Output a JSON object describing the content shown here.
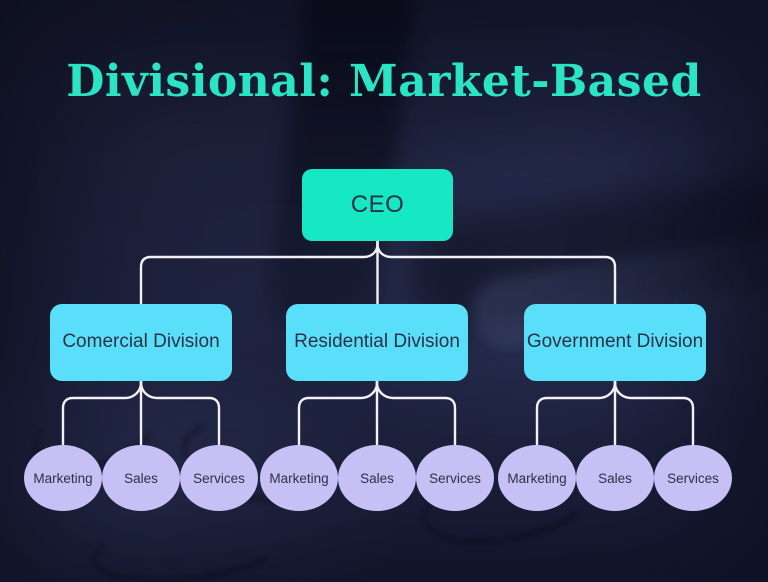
{
  "title": "Divisional: Market-Based",
  "colors": {
    "background": "#1d2139",
    "title": "#2ae4c5",
    "ceo_box": "#16e8c4",
    "division_box": "#5adffa",
    "unit_circle": "#c6c0f4",
    "connector": "#f2f0f4",
    "node_text": "#2b3247"
  },
  "org": {
    "root": {
      "label": "CEO"
    },
    "divisions": [
      {
        "label": "Comercial Division",
        "units": [
          "Marketing",
          "Sales",
          "Services"
        ]
      },
      {
        "label": "Residential Division",
        "units": [
          "Marketing",
          "Sales",
          "Services"
        ]
      },
      {
        "label": "Government Division",
        "units": [
          "Marketing",
          "Sales",
          "Services"
        ]
      }
    ]
  },
  "chart_type": "org-chart"
}
